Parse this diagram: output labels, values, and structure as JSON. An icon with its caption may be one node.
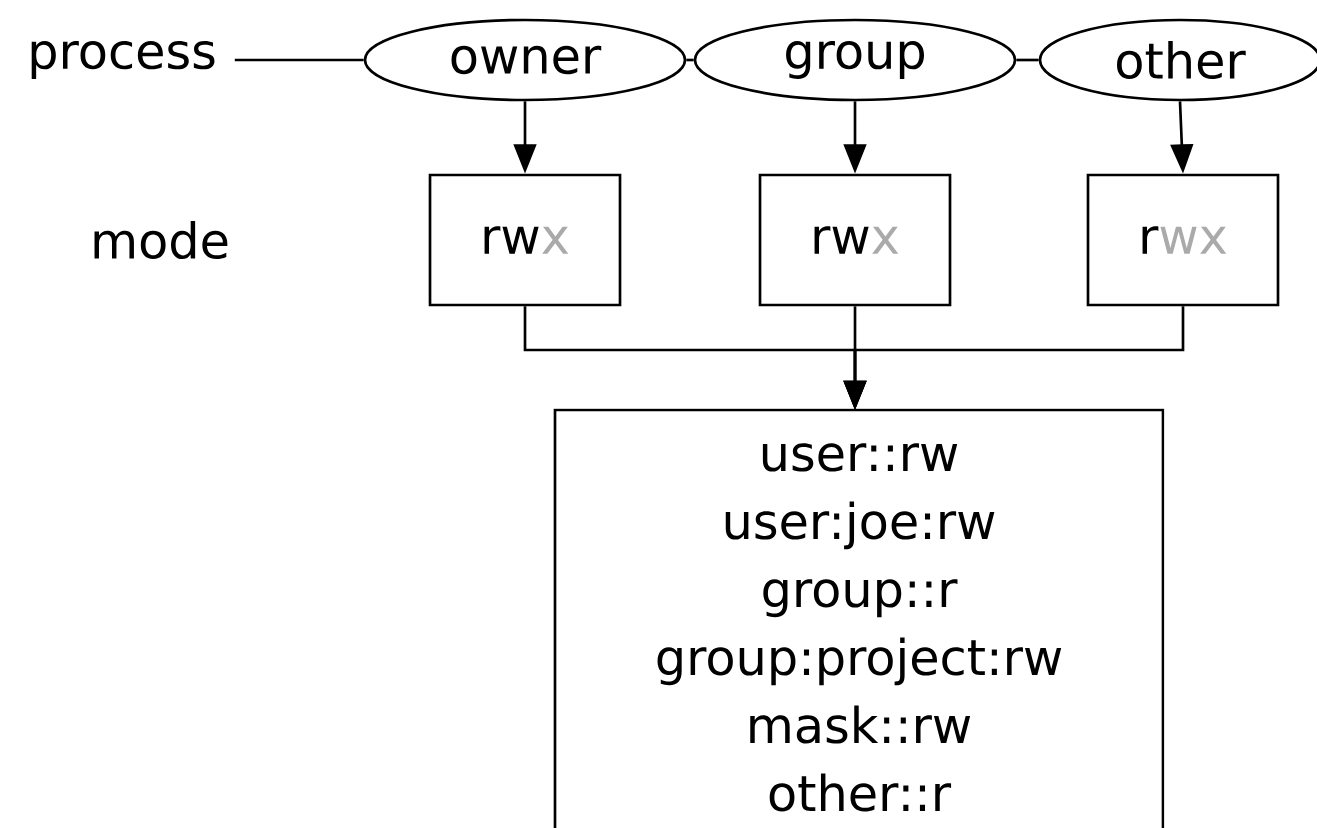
{
  "diagram": {
    "nodes": [
      {
        "text": [
          "process"
        ]
      },
      {
        "text": [
          "owner"
        ]
      },
      {
        "text": [
          "group"
        ]
      },
      {
        "text": [
          "other"
        ]
      },
      {
        "text": [
          "rw",
          "x"
        ]
      },
      {
        "text": [
          "rw",
          "x"
        ]
      },
      {
        "text": [
          "r",
          "wx"
        ]
      },
      {
        "text": [
          "user::rw",
          "user:joe:rw",
          "group::r",
          "group:project:rw",
          "mask::rw",
          "other::r"
        ]
      }
    ],
    "edges": [
      {
        "from": 0,
        "to": 1,
        "arrow": "none"
      },
      {
        "from": 1,
        "to": 2,
        "arrow": "none"
      },
      {
        "from": 2,
        "to": 3,
        "arrow": "none"
      },
      {
        "from": 1,
        "to": 4,
        "arrow": "to"
      },
      {
        "from": 2,
        "to": 5,
        "arrow": "to"
      },
      {
        "from": 3,
        "to": 6,
        "arrow": "to"
      },
      {
        "from": 4,
        "to": 7,
        "arrow": "to"
      },
      {
        "from": 5,
        "to": 7,
        "arrow": "to"
      },
      {
        "from": 6,
        "to": 7,
        "arrow": "to"
      }
    ],
    "labels": [
      "mode"
    ]
  }
}
